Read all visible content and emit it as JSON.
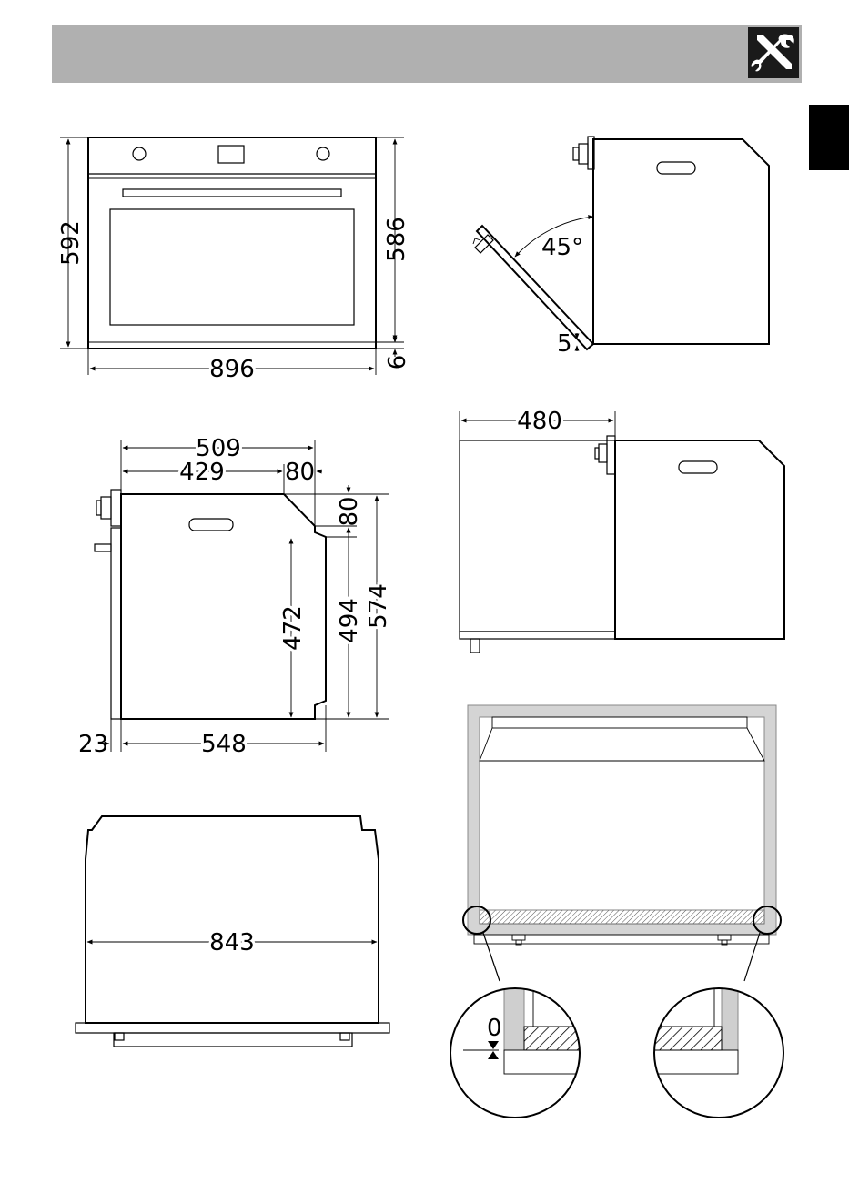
{
  "header": {
    "icon": "screwdriver-wrench-icon",
    "bar_color": "#b0b0b0"
  },
  "dimensions": {
    "front_height": "592",
    "front_inner_height": "586",
    "front_width": "896",
    "front_gap": "6",
    "door_angle": "45°",
    "door_gap": "5",
    "side_total_depth": "509",
    "side_depth": "429",
    "side_top_step": "80",
    "side_step_height": "80",
    "side_inner_height": "472",
    "side_body_height": "494",
    "side_total_height": "574",
    "side_front": "23",
    "side_bottom_depth": "548",
    "cabinet_depth": "480",
    "top_width": "843",
    "detail_gap": "0"
  }
}
